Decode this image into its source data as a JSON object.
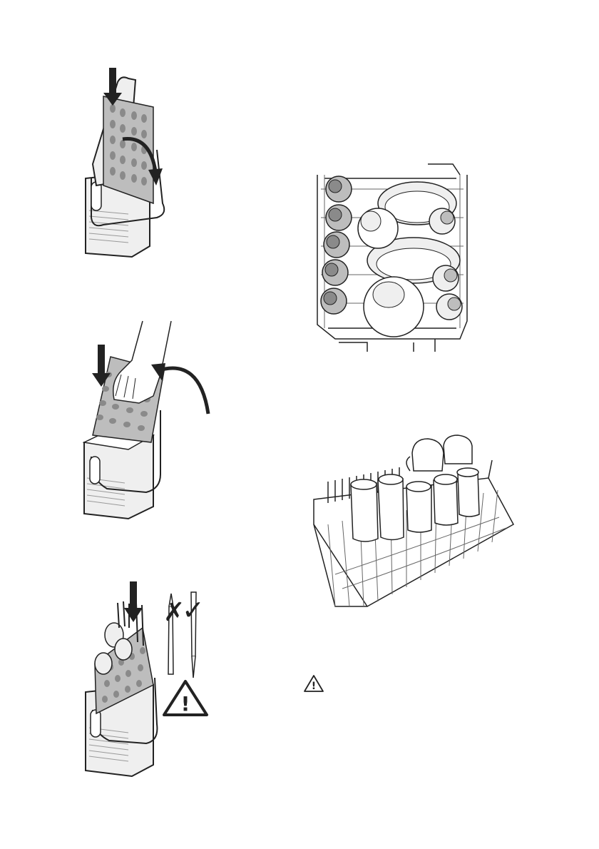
{
  "page": {
    "background": "#ffffff",
    "line_color": "#222222",
    "fill_gray": "#bdbdbd",
    "fill_light": "#efefef",
    "fill_dark": "#8a8a8a"
  },
  "figures": {
    "basket_close": {
      "icon": "cutlery-basket-close-illustration"
    },
    "basket_open": {
      "icon": "cutlery-basket-open-illustration"
    },
    "basket_cutlery": {
      "icon": "cutlery-loading-illustration",
      "wrong_mark": "✗",
      "right_mark": "✓"
    },
    "lower_rack": {
      "icon": "lower-rack-loaded-illustration"
    },
    "upper_rack": {
      "icon": "upper-rack-loaded-illustration"
    },
    "warning": {
      "icon": "warning-triangle-icon",
      "glyph": "!"
    }
  }
}
